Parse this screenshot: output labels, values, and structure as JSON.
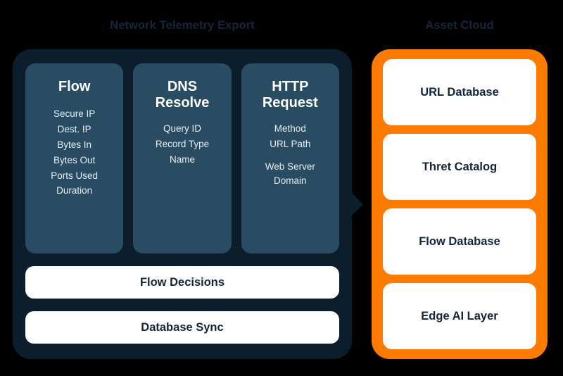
{
  "diagram": {
    "background_color": "#000000",
    "accent_orange": "#ff7a00",
    "panel_dark": "#0c1d2b",
    "card_slate": "#2a4c63",
    "heading_color": "#13263a"
  },
  "left_panel": {
    "heading": "Network Telemetry Export",
    "cards": [
      {
        "title": "Flow",
        "fields": [
          "Secure IP",
          "Dest. IP",
          "Bytes In",
          "Bytes Out",
          "Ports Used",
          "Duration"
        ]
      },
      {
        "title": "DNS Resolve",
        "fields": [
          "Query ID",
          "Record Type",
          "Name"
        ]
      },
      {
        "title": "HTTP Request",
        "fields": [
          "Method",
          "URL Path"
        ],
        "spaced_field": "Web Server\nDomain"
      }
    ],
    "bars": [
      {
        "label": "Flow Decisions"
      },
      {
        "label": "Database Sync"
      }
    ]
  },
  "right_panel": {
    "heading": "Asset Cloud",
    "cards": [
      {
        "label": "URL Database"
      },
      {
        "label": "Thret Catalog"
      },
      {
        "label": "Flow Database"
      },
      {
        "label": "Edge AI Layer"
      }
    ]
  }
}
